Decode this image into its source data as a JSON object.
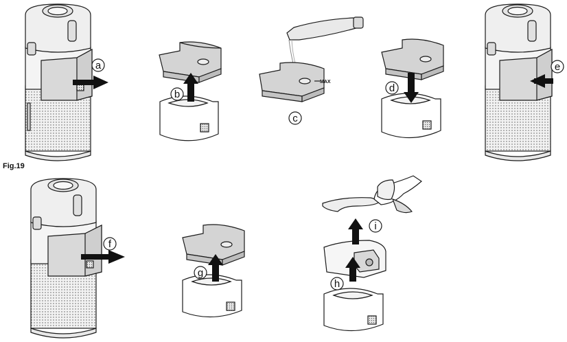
{
  "figure": {
    "label": "Fig.19"
  },
  "steps": {
    "a": "a",
    "b": "b",
    "c": "c",
    "d": "d",
    "e": "e",
    "f": "f",
    "g": "g",
    "h": "h",
    "i": "i"
  },
  "max_mark": "MAX",
  "colors": {
    "line": "#1a1a1a",
    "body_fill": "#ececec",
    "tank_fill": "#d4d4d4",
    "arrow": "#111111"
  }
}
